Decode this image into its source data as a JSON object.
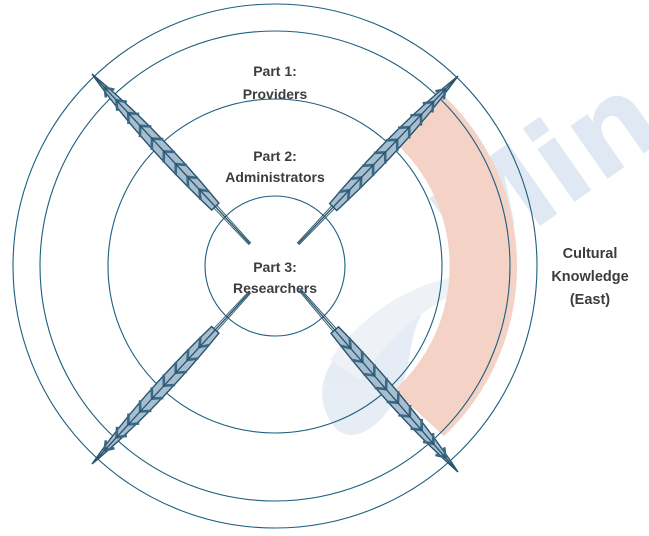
{
  "parts": [
    {
      "line1": "Part 1:",
      "line2": "Providers"
    },
    {
      "line1": "Part 2:",
      "line2": "Administrators"
    },
    {
      "line1": "Part 3:",
      "line2": "Researchers"
    }
  ],
  "side_label": {
    "line1": "Cultural",
    "line2": "Knowledge",
    "line3": "(East)"
  },
  "watermark": {
    "text": "Min"
  },
  "colors": {
    "ring": "#1d5f7f",
    "sector": "#f4d2c6",
    "feather_outline": "#27536b",
    "feather_fill": "#a7bed0",
    "feather_dark": "#3b6885",
    "watermark": "#dde6f2"
  }
}
